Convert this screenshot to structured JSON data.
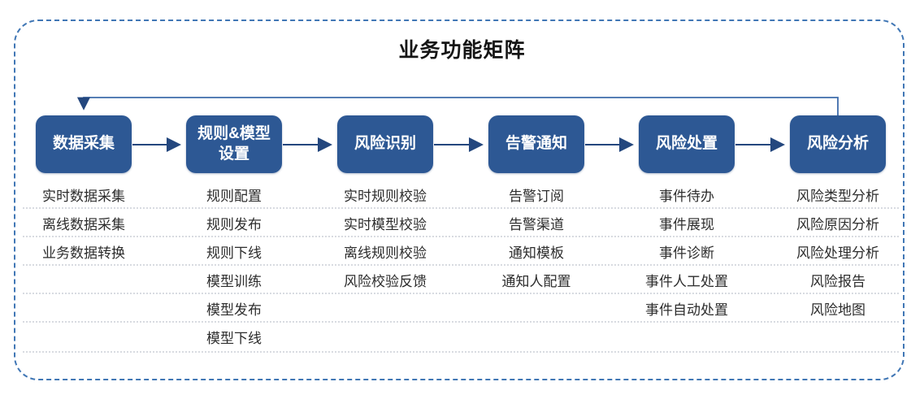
{
  "title": "业务功能矩阵",
  "colors": {
    "stage_box": "#2d5894",
    "arrow": "#24477e",
    "feedback_line": "#3e6cab",
    "panel_border": "#4177b5",
    "row_separator": "#ccd0d8",
    "item_text": "#2d2d2d"
  },
  "columns": [
    {
      "header": "数据采集",
      "items": [
        "实时数据采集",
        "离线数据采集",
        "业务数据转换"
      ]
    },
    {
      "header": "规则&模型设置",
      "items": [
        "规则配置",
        "规则发布",
        "规则下线",
        "模型训练",
        "模型发布",
        "模型下线"
      ]
    },
    {
      "header": "风险识别",
      "items": [
        "实时规则校验",
        "实时模型校验",
        "离线规则校验",
        "风险校验反馈"
      ]
    },
    {
      "header": "告警通知",
      "items": [
        "告警订阅",
        "告警渠道",
        "通知模板",
        "通知人配置"
      ]
    },
    {
      "header": "风险处置",
      "items": [
        "事件待办",
        "事件展现",
        "事件诊断",
        "事件人工处置",
        "事件自动处置"
      ]
    },
    {
      "header": "风险分析",
      "items": [
        "风险类型分析",
        "风险原因分析",
        "风险处理分析",
        "风险报告",
        "风险地图"
      ]
    }
  ]
}
